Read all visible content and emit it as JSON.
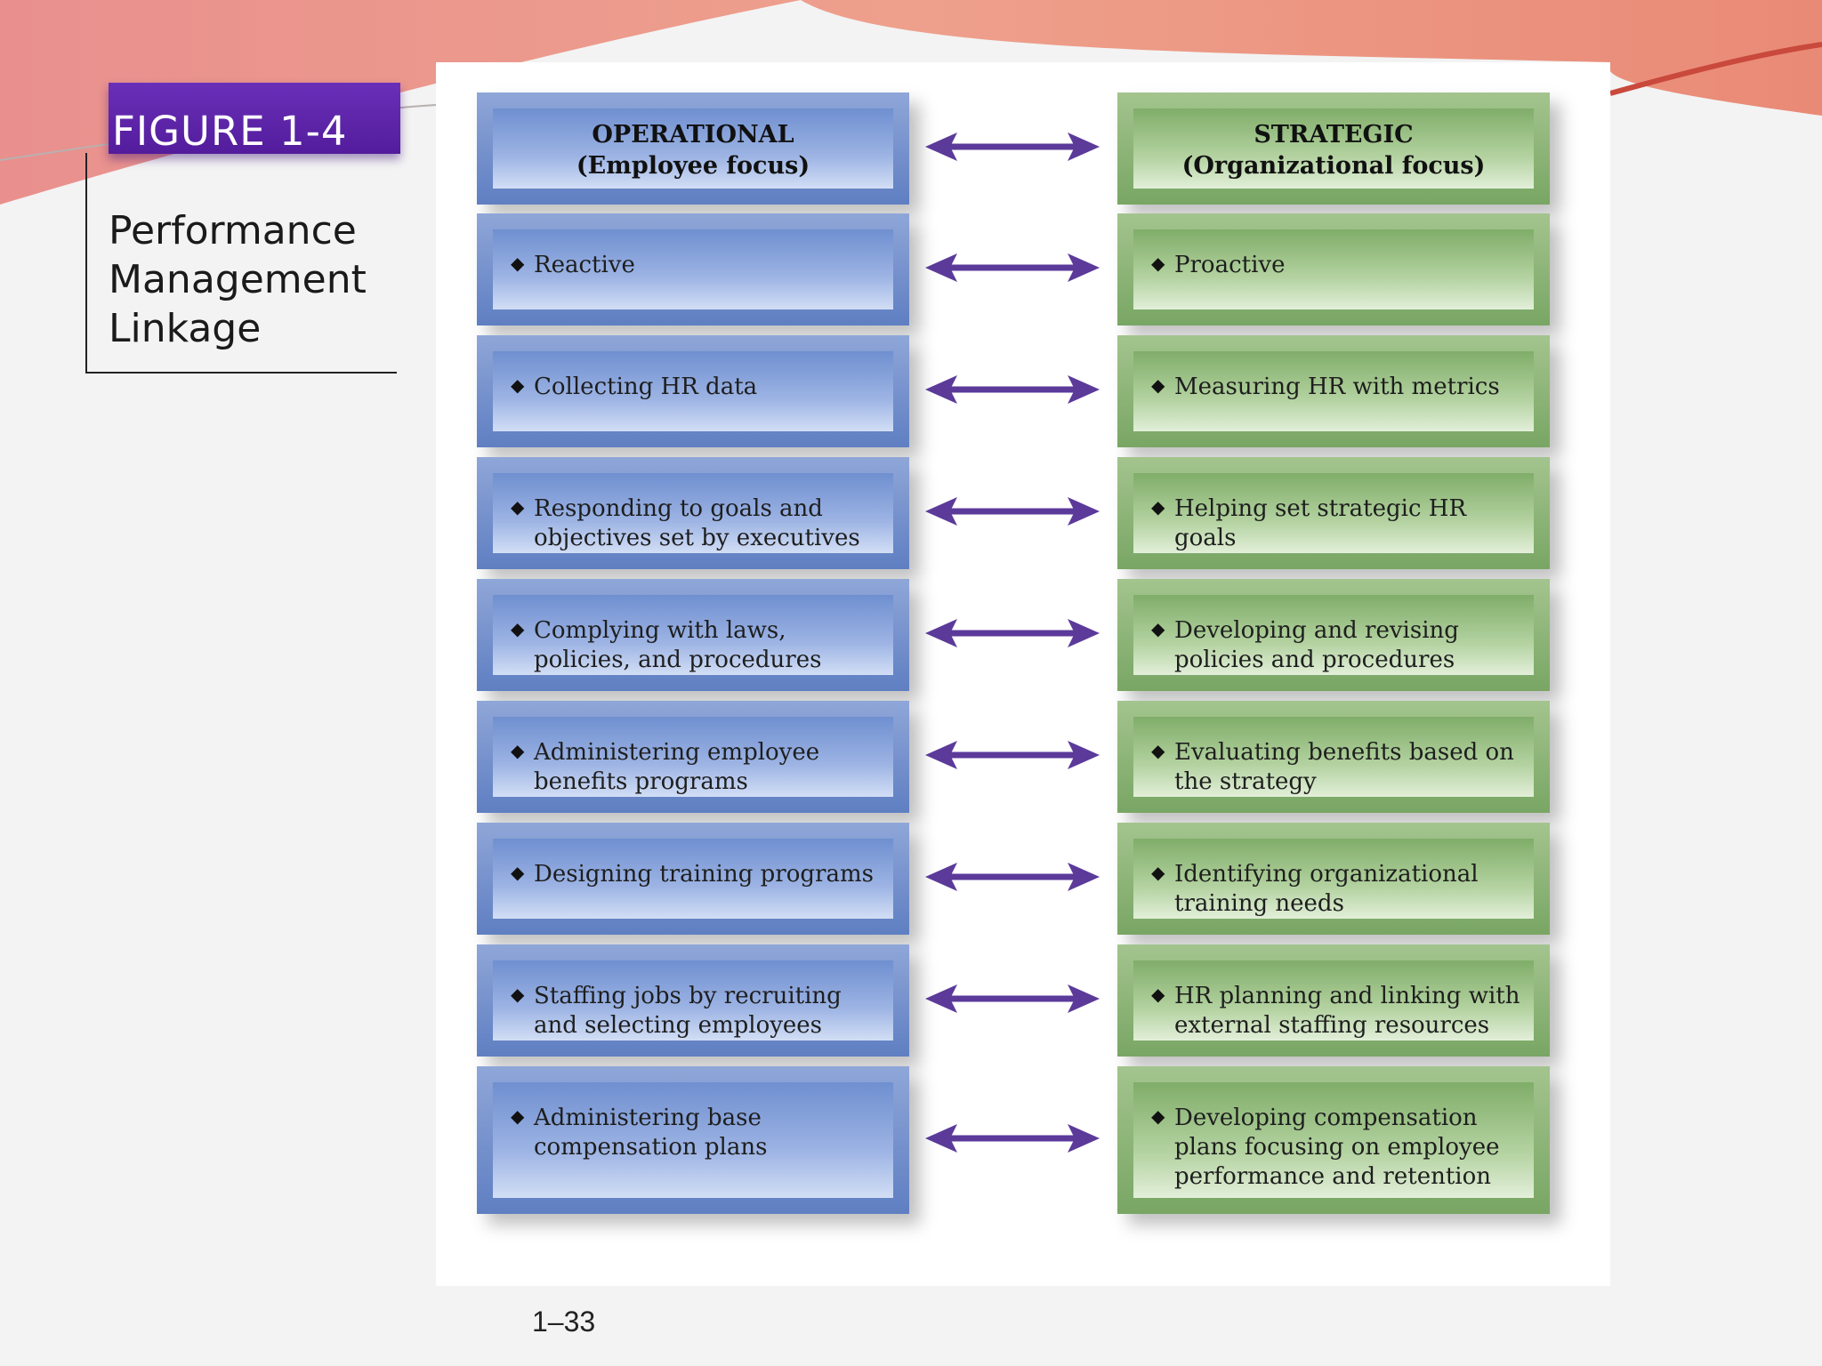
{
  "figure": {
    "label": "FIGURE 1-4",
    "title": "Performance\nManagement\nLinkage"
  },
  "columns": {
    "operational": {
      "title": "OPERATIONAL",
      "subtitle": "(Employee focus)",
      "color": "#6f8fd0"
    },
    "strategic": {
      "title": "STRATEGIC",
      "subtitle": "(Organizational focus)",
      "color": "#80ad69"
    }
  },
  "rows": [
    {
      "operational": "Reactive",
      "strategic": "Proactive"
    },
    {
      "operational": "Collecting HR data",
      "strategic": "Measuring HR with metrics"
    },
    {
      "operational": "Responding to goals and objectives set by executives",
      "strategic": "Helping set strategic HR goals"
    },
    {
      "operational": "Complying with laws, policies, and procedures",
      "strategic": "Developing and revising policies and procedures"
    },
    {
      "operational": "Administering employee benefits programs",
      "strategic": "Evaluating benefits based on the strategy"
    },
    {
      "operational": "Designing training programs",
      "strategic": "Identifying organizational training needs"
    },
    {
      "operational": "Staffing jobs by recruiting and selecting employees",
      "strategic": "HR planning and linking with external staffing resources"
    },
    {
      "operational": "Administering base compensation plans",
      "strategic": "Developing compensation plans focusing on employee performance and retention"
    }
  ],
  "bullet_glyph": "◆",
  "arrow_color": "#5b3a9a",
  "page_number": "1–33"
}
